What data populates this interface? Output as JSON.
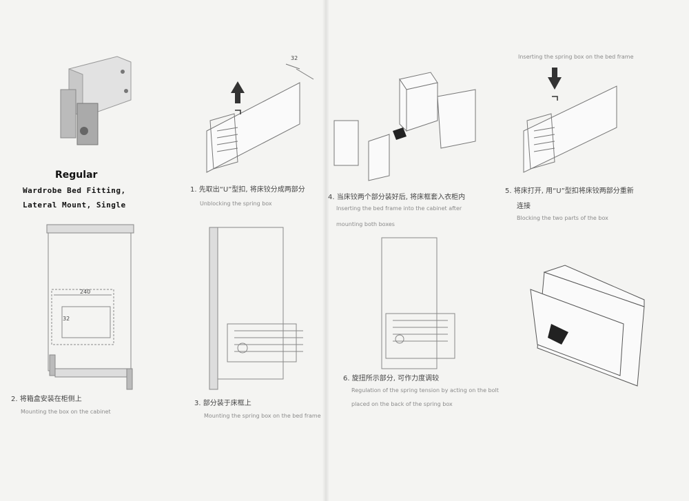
{
  "product": {
    "title": "Regular",
    "subtitle_line1": "Wardrobe Bed Fitting,",
    "subtitle_line2": "Lateral Mount, Single"
  },
  "steps": [
    {
      "num": "1.",
      "cn": "先取出“U”型扣, 将床铰分成两部分",
      "en": "Unblocking the spring box"
    },
    {
      "num": "2.",
      "cn": "将箱盒安装在柜侧上",
      "en": "Mounting the box on the cabinet"
    },
    {
      "num": "3.",
      "cn": "部分装于床框上",
      "en": "Mounting the spring box on the bed frame"
    },
    {
      "num": "4.",
      "cn": "当床铰两个部分装好后, 将床框套入衣柜内",
      "en_line1": "Inserting the bed frame into the cabinet after",
      "en_line2": "mounting both boxes"
    },
    {
      "num": "5.",
      "cn_line1": "将床打开, 用“U”型扣将床铰两部分重新",
      "cn_line2": "连接",
      "en": "Blocking the two parts of the box"
    },
    {
      "num": "6.",
      "cn": "旋扭所示部分, 可作力度调较",
      "en_line1": "Regulation of the spring tension by acting on the bolt",
      "en_line2": "placed on the back of the spring box"
    }
  ],
  "top_right_partial": "Inserting the spring box on the bed frame",
  "dimensions": {
    "d32": "32",
    "d240": "240",
    "d32b": "32"
  }
}
